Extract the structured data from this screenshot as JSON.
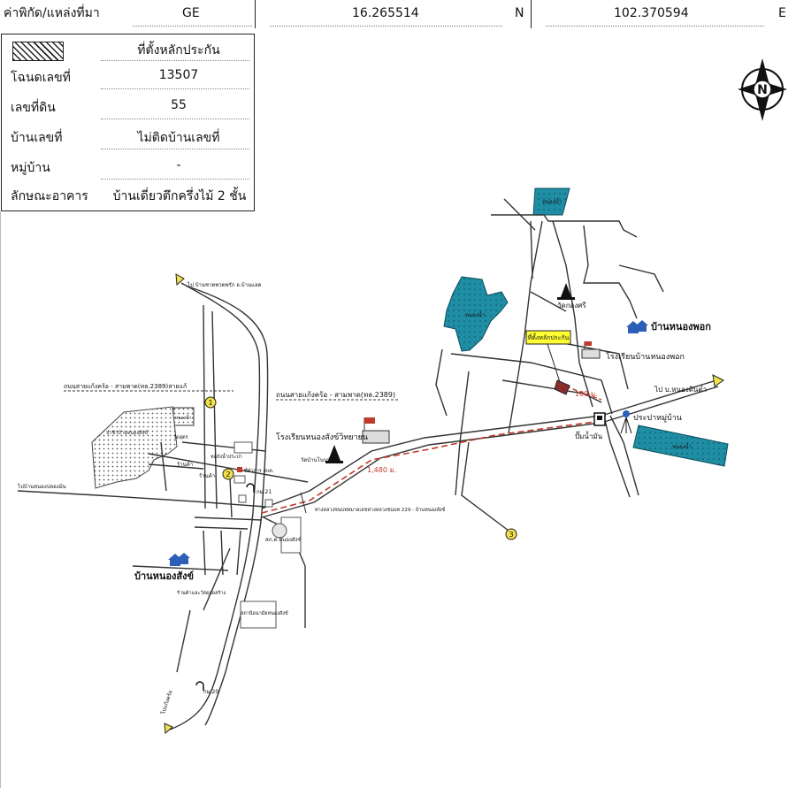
{
  "coordinates": {
    "source_label": "ค่าพิกัด/แหล่งที่มา",
    "source_value": "GE",
    "lat_value": "16.265514",
    "lat_unit": "N",
    "lon_value": "102.370594",
    "lon_unit": "E"
  },
  "info": {
    "legend_label": "ที่ตั้งหลักประกัน",
    "rows": [
      {
        "label": "โฉนดเลขที่",
        "value": "13507"
      },
      {
        "label": "เลขที่ดิน",
        "value": "55"
      },
      {
        "label": "บ้านเลขที่",
        "value": "ไม่ติดบ้านเลขที่"
      },
      {
        "label": "หมู่บ้าน",
        "value": "-"
      },
      {
        "label": "ลักษณะอาคาร",
        "value": "บ้านเดี่ยวตึกครึ่งไม้ 2 ชั้น"
      }
    ]
  },
  "compass": {
    "letter": "N"
  },
  "map": {
    "collateral_label": "ที่ตั้งหลักประกัน",
    "village_north": "บ้านหนองพอก",
    "village_south": "บ้านหนองสังข์",
    "temple": "วัดกองศรี",
    "school_north": "โรงเรียนบ้านหนองพอก",
    "school_main": "โรงเรียนหนองสังข์วิทยายน",
    "temple_2": "วัดบ้านโนนทัน",
    "gas_station": "ปั๊มน้ำมัน",
    "water_supply": "ประปาหมู่บ้าน",
    "to_nong_tin": "ไป บ.หนองตินต่ำ",
    "to_north": "ไป บ้านชาดพวดพรัก อ.บ้านแฮด",
    "to_nong_plong": "ไปบ้านหนองปลองม้น",
    "to_south": "ไปแก้งคร้อ",
    "road_label_left": "ถนนสายแก้งคร้อ - สามพาด(ทล.2389)สายแก้",
    "road_label_main": "ถนนสายแก้งคร้อ - สามพาด(ทล.2389)",
    "highway_label": "ทางหลวงชนบทหมายเลขทางหลวงชนบท 229 - บ้านหนองสังข์",
    "distance_main": "1,480 ม.",
    "distance_short": "100 ม.",
    "km_21": "กม.21",
    "km_20": "กม.20",
    "pond_1": "หนองน้ำ",
    "pond_2": "หนองน้ำ",
    "pond_3": "หนองน้ำ",
    "pond_west": "หนองน้ำ",
    "label_small_1": "วัดสุตร",
    "label_small_2": "ป่าช้าบ้านหนองสังข์",
    "label_shop_1": "ร้านค้า",
    "label_shop_2": "ร้านค้า",
    "label_hardware": "ร้านค้าและวัสดุก่อสร้าง",
    "label_police": "สภ.ต.หนองสังข์",
    "label_health": "สถานีอนามัยหนองสังข์",
    "label_water_tower": "หอถังน้ำประปา",
    "label_office": "ที่ทำการ อบต.",
    "marker_1": "1",
    "marker_2": "2",
    "marker_3": "3"
  },
  "colors": {
    "pond": "#1f8ea5",
    "marker_yellow": "#f2e24a",
    "highlight_yellow": "#ffff33",
    "route_red": "#c0392b",
    "house_blue": "#2b5fb8"
  }
}
